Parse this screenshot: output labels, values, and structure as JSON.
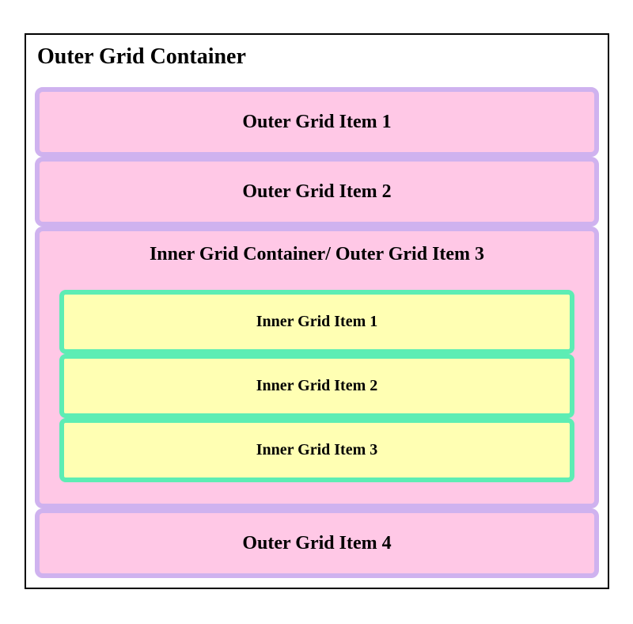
{
  "outer": {
    "title": "Outer Grid Container",
    "items": [
      "Outer Grid Item 1",
      "Outer Grid Item 2",
      "Inner Grid Container/ Outer Grid Item 3",
      "Outer Grid Item 4"
    ]
  },
  "inner": {
    "items": [
      "Inner Grid Item 1",
      "Inner Grid Item 2",
      "Inner Grid Item 3"
    ]
  },
  "colors": {
    "page_bg": "#ffffff",
    "container_border": "#000000",
    "outer_item_bg": "#ffc8e6",
    "outer_item_border": "#cfb2ef",
    "inner_item_bg": "#ffffb3",
    "inner_item_border": "#5dedb4",
    "text": "#000000"
  }
}
